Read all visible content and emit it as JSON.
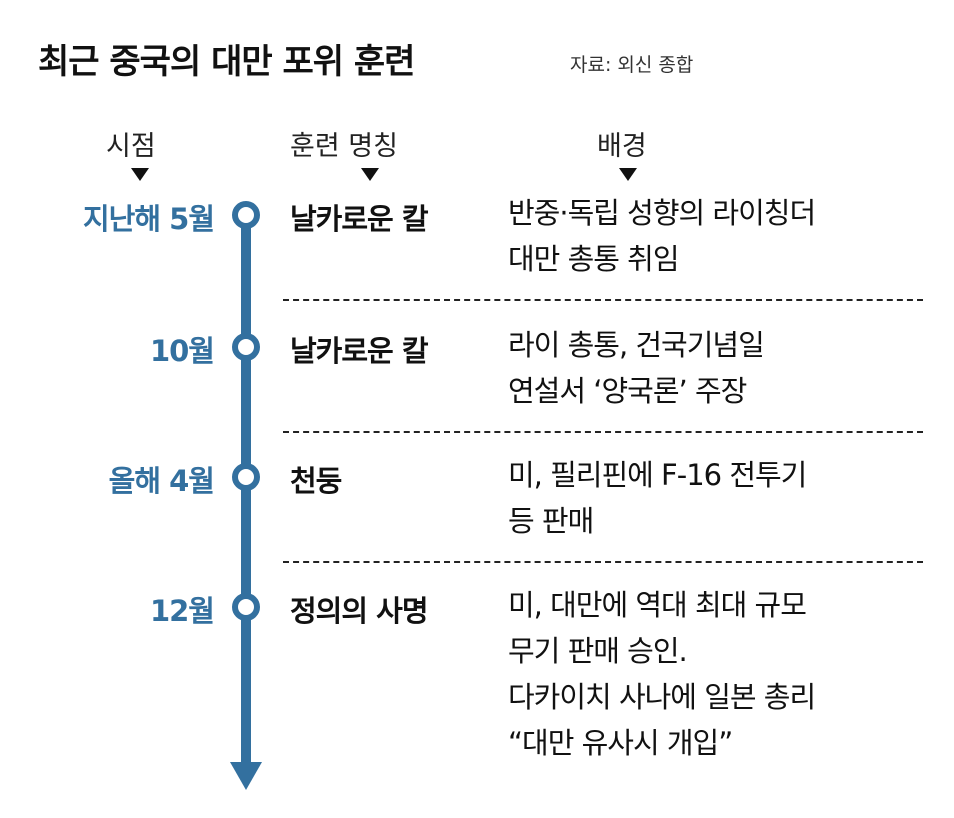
{
  "title": "최근 중국의 대만 포위 훈련",
  "source": "자료: 외신 종합",
  "headers": {
    "date": "시점",
    "name": "훈련 명칭",
    "background": "배경"
  },
  "accent_color": "#33709f",
  "events": [
    {
      "date": "지난해 5월",
      "name": "날카로운 칼",
      "lines": [
        "반중·독립 성향의 라이칭더",
        "대만 총통 취임"
      ]
    },
    {
      "date": "10월",
      "name": "날카로운 칼",
      "lines": [
        "라이 총통, 건국기념일",
        "연설서 ‘양국론’ 주장"
      ]
    },
    {
      "date": "올해 4월",
      "name": "천둥",
      "lines": [
        "미, 필리핀에 F-16 전투기",
        "등 판매"
      ]
    },
    {
      "date": "12월",
      "name": "정의의 사명",
      "lines": [
        "미, 대만에 역대 최대 규모",
        "무기 판매 승인.",
        "다카이치 사나에 일본 총리",
        "“대만 유사시 개입”"
      ]
    }
  ]
}
